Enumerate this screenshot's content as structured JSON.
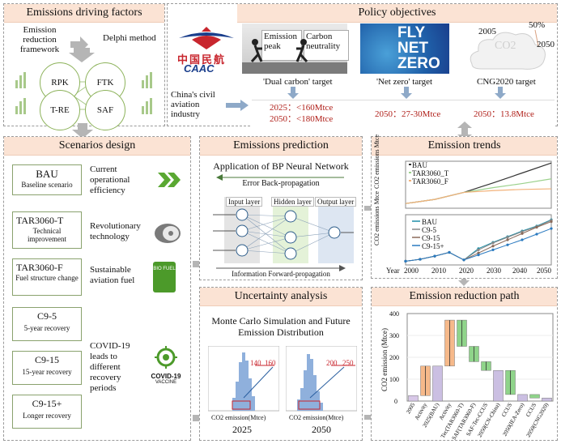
{
  "drivers": {
    "title": "Emissions driving factors",
    "framework": "Emission reduction framework",
    "method": "Delphi method",
    "factors": [
      "RPK",
      "FTK",
      "T-RE",
      "SAF"
    ]
  },
  "policy": {
    "title": "Policy objectives",
    "caac_cn": "中国民航",
    "caac": "CAAC",
    "peak": "Emission peak",
    "neutral": "Carbon neutrality",
    "dual": "'Dual carbon' target",
    "fly1": "FLY",
    "fly2": "NET",
    "fly3": "ZERO",
    "netzero": "'Net zero' target",
    "cng_2005": "2005",
    "cng_50": "50%",
    "cng_2050": "2050",
    "cng_co2": "CO2",
    "cng": "CNG2020 target",
    "industry": "China's civil aviation industry",
    "t1": "2025：<160Mtce",
    "t2": "2050：<180Mtce",
    "t3": "2050：27-30Mtce",
    "t4": "2050：13.8Mtce"
  },
  "scenarios": {
    "title": "Scenarios design",
    "bau": "BAU",
    "bau_sub": "Baseline scenario",
    "bau_desc": "Current operational efficiency",
    "t": "TAR3060-T",
    "t_sub": "Technical improvement",
    "t_desc": "Revolutionary technology",
    "f": "TAR3060-F",
    "f_sub": "Fuel structure change",
    "f_desc": "Sustainable aviation fuel",
    "c5": "C9-5",
    "c5_sub": "5-year recovery",
    "c15": "C9-15",
    "c15_sub": "15-year recovery",
    "cplus": "C9-15+",
    "cplus_sub": "Longer recovery",
    "covid_desc": "COVID-19 leads to different recovery periods",
    "covid_icon": "COVID-19",
    "vaccine": "VACCINE",
    "fuel_icon": "BIO FUEL"
  },
  "prediction": {
    "title": "Emissions prediction",
    "sub": "Application of BP Neural Network",
    "back": "Error Back-propagation",
    "input": "Input layer",
    "hidden": "Hidden layer",
    "output": "Output layer",
    "forward": "Information Forward-propagation"
  },
  "uncertainty": {
    "title": "Uncertainty analysis",
    "sub": "Monte Carlo Simulation and Future Emission Distribution",
    "xlab1": "CO2 emission(Mtce)",
    "xlab2": "CO2 emission(Mtce)",
    "y1": "2025",
    "y2": "2050",
    "a1": "140",
    "a2": "160",
    "a3": "200",
    "a4": "250"
  },
  "trends": {
    "title": "Emission trends",
    "ylab": "CO2 emissions Mtce",
    "legend1": [
      "BAU",
      "TAR3060_T",
      "TAR3060_F"
    ],
    "legend2": [
      "BAU",
      "C9-5",
      "C9-15",
      "C9-15+"
    ],
    "xticks": [
      "Year",
      "2000",
      "2010",
      "2020",
      "2030",
      "2040",
      "2050"
    ]
  },
  "reduction": {
    "title": "Emission reduction path",
    "ylab": "CO2 emission (Mtce)",
    "yticks": [
      "400",
      "300",
      "200",
      "100",
      "0"
    ],
    "cats": [
      "2005",
      "Activity",
      "2025(BAU)",
      "Activity",
      "Tec(TAR3060-T)",
      "SAF(TAR3060-F)",
      "SAF-Tec-CCUS",
      "2050(CN-China)",
      "CCUS",
      "2050(IEA-Zero)",
      "CCUS",
      "2050(CNG2020)"
    ]
  },
  "chart_data": [
    {
      "type": "line",
      "title": "",
      "xlabel": "",
      "ylabel": "CO2 emissions Mtce",
      "x": [
        2000,
        2010,
        2020,
        2030,
        2040,
        2050
      ],
      "series": [
        {
          "name": "BAU",
          "values": [
            40,
            75,
            135,
            215,
            300,
            385
          ]
        },
        {
          "name": "TAR3060_T",
          "values": [
            40,
            75,
            135,
            175,
            210,
            250
          ]
        },
        {
          "name": "TAR3060_F",
          "values": [
            40,
            75,
            135,
            150,
            160,
            165
          ]
        }
      ]
    },
    {
      "type": "line",
      "title": "",
      "xlabel": "Year",
      "ylabel": "CO2 emissions Mtce",
      "x": [
        2000,
        2005,
        2010,
        2015,
        2020,
        2025,
        2030,
        2035,
        2040,
        2045,
        2050
      ],
      "xlim": [
        2000,
        2050
      ],
      "series": [
        {
          "name": "BAU",
          "values": [
            30,
            45,
            70,
            100,
            40,
            130,
            180,
            225,
            270,
            310,
            360
          ]
        },
        {
          "name": "C9-5",
          "values": [
            30,
            45,
            70,
            100,
            40,
            120,
            175,
            220,
            265,
            305,
            355
          ]
        },
        {
          "name": "C9-15",
          "values": [
            30,
            45,
            70,
            100,
            40,
            95,
            150,
            200,
            250,
            300,
            345
          ]
        },
        {
          "name": "C9-15+",
          "values": [
            30,
            45,
            70,
            100,
            40,
            80,
            120,
            160,
            200,
            245,
            290
          ]
        }
      ]
    },
    {
      "type": "bar",
      "title": "",
      "xlabel": "",
      "ylabel": "CO2 emission (Mtce)",
      "ylim": [
        0,
        400
      ],
      "categories": [
        "2005",
        "Activity",
        "2025(BAU)",
        "Activity",
        "Tec(TAR3060-T)",
        "SAF(TAR3060-F)",
        "SAF-Tec-CCUS",
        "2050(CN-China)",
        "CCUS",
        "2050(IEA-Zero)",
        "CCUS",
        "2050(CNG2020)"
      ],
      "series": [
        {
          "name": "",
          "values": [
            [
              0,
              25
            ],
            [
              25,
              160
            ],
            [
              0,
              160
            ],
            [
              160,
              370
            ],
            [
              370,
              250
            ],
            [
              250,
              180
            ],
            [
              180,
              140
            ],
            [
              0,
              140
            ],
            [
              140,
              30
            ],
            [
              0,
              30
            ],
            [
              30,
              14
            ],
            [
              0,
              14
            ]
          ]
        }
      ]
    }
  ]
}
